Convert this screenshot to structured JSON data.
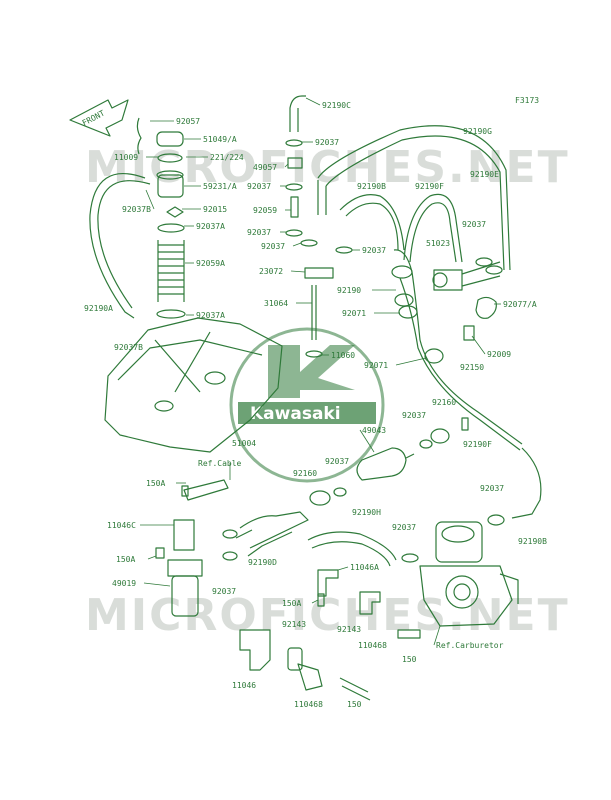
{
  "figure_code": "F3173",
  "front_label": "FRONT",
  "watermark": "MICROFICHES.NET",
  "logo": {
    "text": "Kawasaki",
    "color": "#2f7a3a"
  },
  "refs": {
    "cable": "Ref.Cable",
    "carburetor": "Ref.Carburetor"
  },
  "part_labels": [
    "92057",
    "51049/A",
    "11009",
    "221/224",
    "59231/A",
    "92037B",
    "92015",
    "92037A",
    "92059A",
    "92037A",
    "92190A",
    "92037B",
    "92190C",
    "92037",
    "49057",
    "92037",
    "92059",
    "92037",
    "92037",
    "92037",
    "23072",
    "31064",
    "11060",
    "51004",
    "92190G",
    "92190E",
    "92190B",
    "92190F",
    "92037",
    "51023",
    "92190",
    "92071",
    "92077/A",
    "92009",
    "92150",
    "92071",
    "92160",
    "92037",
    "49043",
    "92190F",
    "92037",
    "92160",
    "150A",
    "11046C",
    "150A",
    "49019",
    "92190D",
    "92037",
    "92190H",
    "92037",
    "11046A",
    "150A",
    "92143",
    "92143",
    "110468",
    "150",
    "11046",
    "110468",
    "150",
    "92037",
    "92190B"
  ]
}
